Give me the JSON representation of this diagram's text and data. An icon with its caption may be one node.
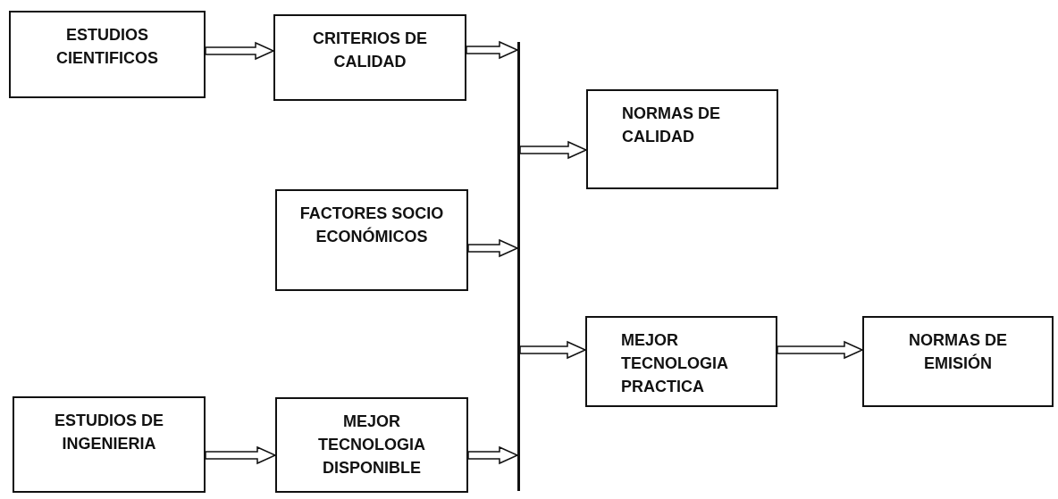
{
  "diagram": {
    "nodes": [
      {
        "text": [
          "ESTUDIOS CIENTIFICOS"
        ]
      },
      {
        "text": [
          "CRITERIOS DE CALIDAD"
        ]
      },
      {
        "text": [
          "NORMAS DE CALIDAD"
        ]
      },
      {
        "text": [
          "FACTORES SOCIO ECONÓMICOS"
        ]
      },
      {
        "text": [
          "MEJOR TECNOLOGIA PRACTICA"
        ]
      },
      {
        "text": [
          "NORMAS DE EMISIÓN"
        ]
      },
      {
        "text": [
          "ESTUDIOS DE INGENIERIA"
        ]
      },
      {
        "text": [
          "MEJOR TECNOLOGIA DISPONIBLE"
        ]
      },
      {
        "text": [],
        "shape": "bar"
      }
    ],
    "edges": [
      {
        "from": 0,
        "to": 1,
        "arrow": "to"
      },
      {
        "from": 1,
        "to": 8,
        "arrow": "to"
      },
      {
        "from": 8,
        "to": 2,
        "arrow": "to"
      },
      {
        "from": 3,
        "to": 8,
        "arrow": "to"
      },
      {
        "from": 8,
        "to": 4,
        "arrow": "to"
      },
      {
        "from": 4,
        "to": 5,
        "arrow": "to"
      },
      {
        "from": 6,
        "to": 7,
        "arrow": "to"
      },
      {
        "from": 7,
        "to": 8,
        "arrow": "to"
      }
    ]
  }
}
